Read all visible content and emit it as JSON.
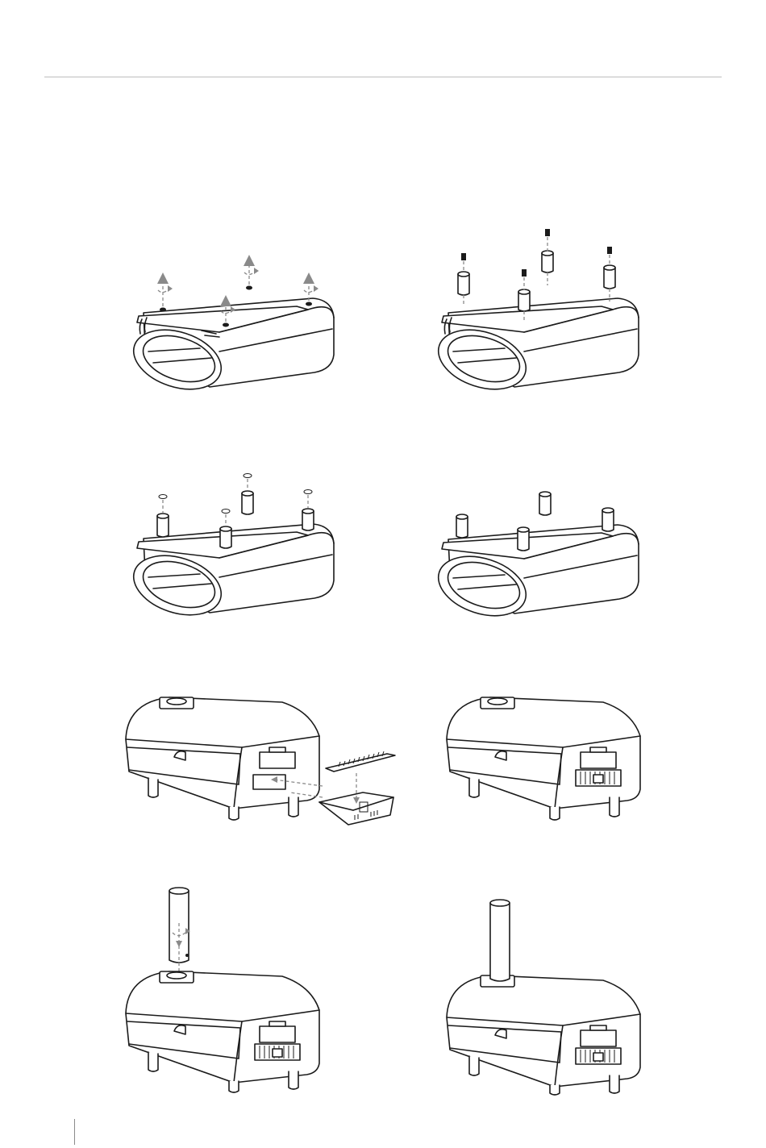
{
  "page": {
    "header_rule": true,
    "accent": "#8a8a8a",
    "line_color": "#1b1b1b"
  },
  "steps": [
    {
      "id": 1,
      "illustration": "oven-upside-down-remove-bolts",
      "icons": [
        "rotate-arrow-icon",
        "up-arrow-icon"
      ]
    },
    {
      "id": 2,
      "illustration": "attach-legs-with-bolts",
      "icons": [
        "screw-icon",
        "leg-icon"
      ]
    },
    {
      "id": 3,
      "illustration": "place-washers-on-legs",
      "icons": [
        "washer-icon",
        "leg-icon"
      ]
    },
    {
      "id": 4,
      "illustration": "legs-attached",
      "icons": [
        "leg-icon"
      ]
    },
    {
      "id": 5,
      "illustration": "insert-fuel-tray-and-grate",
      "icons": [
        "fuel-tray-icon",
        "grate-icon",
        "left-arrow-icon",
        "down-arrow-icon"
      ]
    },
    {
      "id": 6,
      "illustration": "fuel-tray-inserted",
      "icons": [
        "vent-icon"
      ]
    },
    {
      "id": 7,
      "illustration": "insert-chimney",
      "icons": [
        "chimney-icon",
        "rotate-arrow-icon"
      ]
    },
    {
      "id": 8,
      "illustration": "chimney-attached",
      "icons": [
        "chimney-icon"
      ]
    }
  ]
}
